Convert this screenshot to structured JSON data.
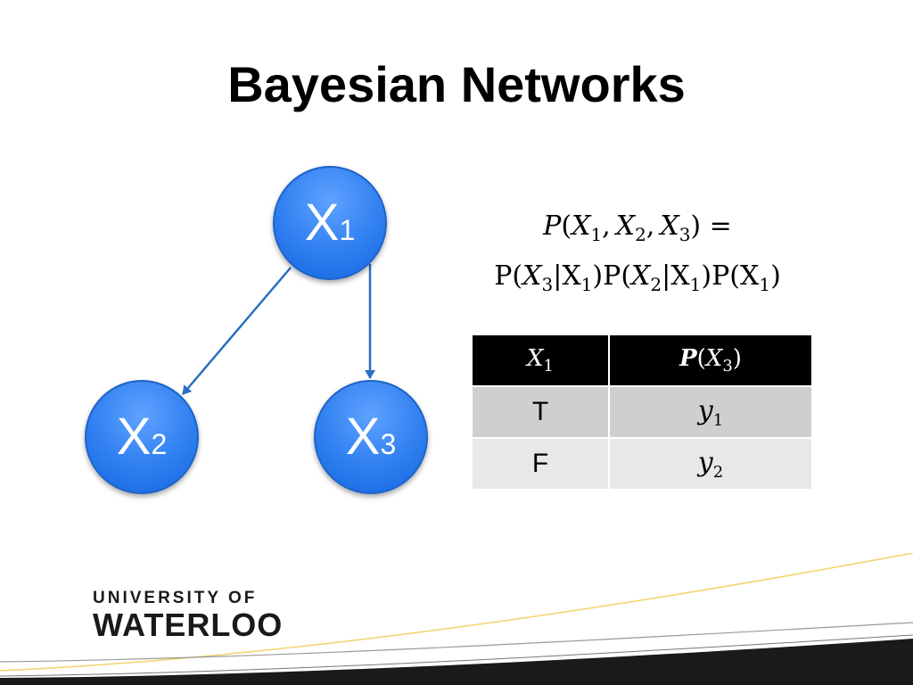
{
  "slide": {
    "title": "Bayesian Networks"
  },
  "nodes": {
    "x1": {
      "main": "X",
      "sub": "1"
    },
    "x2": {
      "main": "X",
      "sub": "2"
    },
    "x3": {
      "main": "X",
      "sub": "3"
    }
  },
  "formula": {
    "line1": {
      "p": "P",
      "x": "X",
      "s1": "1",
      "s2": "2",
      "s3": "3",
      "eq": "="
    },
    "line2": {
      "p": "P",
      "x": "X",
      "s1": "1",
      "s2": "2",
      "s3": "3"
    }
  },
  "table": {
    "header_col1": {
      "x": "X",
      "sub": "1"
    },
    "header_col2": {
      "p": "P",
      "x": "X",
      "sub": "3"
    },
    "rows": [
      {
        "x1": "T",
        "p_letter": "y",
        "p_sub": "1"
      },
      {
        "x1": "F",
        "p_letter": "y",
        "p_sub": "2"
      }
    ]
  },
  "logo": {
    "line1": "UNIVERSITY OF",
    "line2": "WATERLOO"
  },
  "colors": {
    "node": "#2f7ff0",
    "edge": "#2a6fbf",
    "table_header": "#000000",
    "footer_gold": "#f2d36b"
  }
}
